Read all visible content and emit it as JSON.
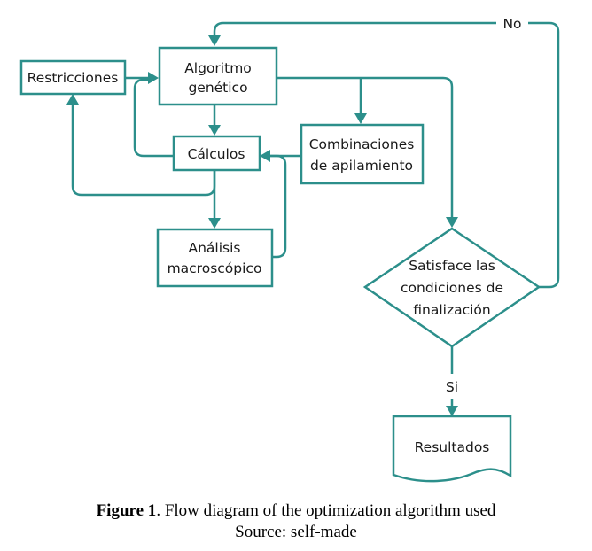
{
  "nodes": {
    "restricciones": "Restricciones",
    "algoritmo_1": "Algoritmo",
    "algoritmo_2": "genético",
    "calculos": "Cálculos",
    "combinaciones_1": "Combinaciones",
    "combinaciones_2": "de apilamiento",
    "analisis_1": "Análisis",
    "analisis_2": "macroscópico",
    "decision_1": "Satisface las",
    "decision_2": "condiciones de",
    "decision_3": "finalización",
    "resultados": "Resultados"
  },
  "edge_labels": {
    "no": "No",
    "si": "Si"
  },
  "caption": {
    "figure_label": "Figure 1",
    "title": ". Flow diagram of the optimization algorithm used",
    "source": "Source: self-made"
  },
  "colors": {
    "stroke": "#2c8f8b"
  }
}
